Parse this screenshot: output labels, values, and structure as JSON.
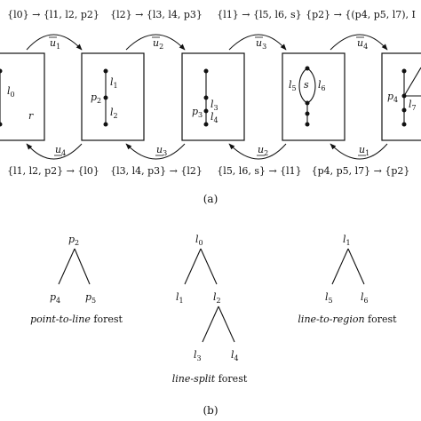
{
  "top_rules": [
    "{l0} → {l1, l2, p2}",
    "{l2} → {l3, l4, p3}",
    "{l1} → {l5, l6, s}",
    "{p2} → {(p4, p5, l7), I"
  ],
  "bottom_rules": [
    "{l1, l2, p2} → {l0}",
    "{l3, l4, p3} → {l2}",
    "{l5, l6, s} → {l1}",
    "{p4, p5, l7} → {p2}"
  ],
  "forward_ops": [
    "u1",
    "u2",
    "u3",
    "u4"
  ],
  "backward_ops": [
    "u4",
    "u3",
    "u2",
    "u1"
  ],
  "panel_labels": {
    "p1": [
      "l0",
      "r"
    ],
    "p2": [
      "p2",
      "l1",
      "l2"
    ],
    "p3": [
      "l3",
      "p3",
      "l4"
    ],
    "p4": [
      "l5",
      "s",
      "l6"
    ],
    "p5": [
      "p4",
      "l7"
    ]
  },
  "caption_a": "(a)",
  "caption_b": "(b)",
  "forests": [
    {
      "name_italic": "point-to-line",
      "name_suffix": " forest",
      "root": "p2",
      "children": [
        "p4",
        "p5"
      ]
    },
    {
      "name_italic": "line-split",
      "name_suffix": " forest",
      "root": "l0",
      "children": [
        "l1",
        "l2"
      ],
      "grandchildren": [
        "l3",
        "l4"
      ]
    },
    {
      "name_italic": "line-to-region",
      "name_suffix": " forest",
      "root": "l1",
      "children": [
        "l5",
        "l6"
      ]
    }
  ]
}
